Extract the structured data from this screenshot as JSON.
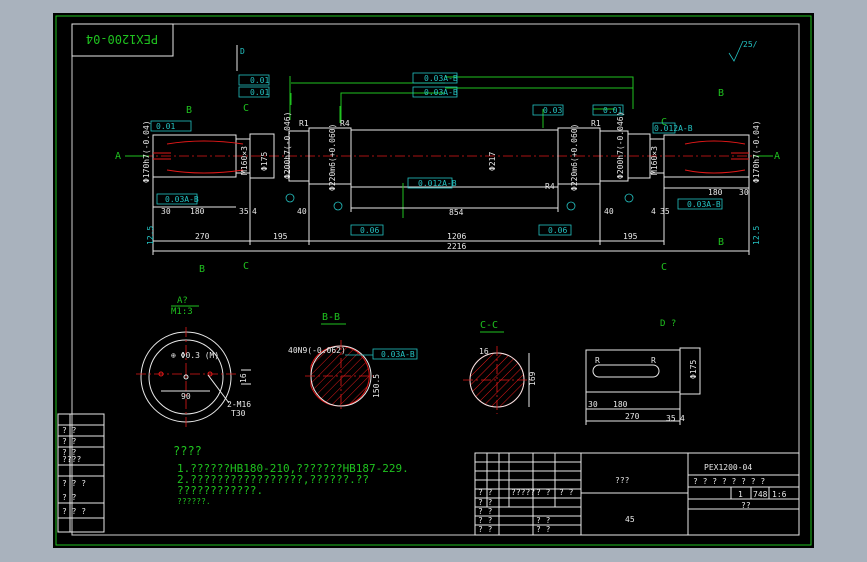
{
  "drawing_code": "PEX1200-04",
  "drawing_code_top": "PEX1200-04",
  "roughness_top": "25/",
  "view_labels": {
    "a_left": "A",
    "a_right": "A",
    "b1": "B",
    "b2": "B",
    "b3": "B",
    "b4": "B",
    "c1": "C",
    "c2": "C",
    "c3": "C",
    "c4": "C",
    "d": "D"
  },
  "dimensions": {
    "d30": "30",
    "d180": "180",
    "d35": "35",
    "d4": "4",
    "d270": "270",
    "d195_l": "195",
    "d40_l": "40",
    "d854": "854",
    "d1206": "1206",
    "d40_r": "40",
    "d195_r": "195",
    "d2216": "2216",
    "d180_r": "180",
    "d30_r": "30",
    "d4_r": "4",
    "d35_r": "35",
    "d125_l": "12.5",
    "d125_r": "12.5",
    "dia_170_l": "Φ170h7(-0.04)",
    "dia_160_l": "M160×3",
    "dia_175_l": "Φ175",
    "dia_200_l": "Φ200h7(-0.046)",
    "dia_220_l": "Φ220m6(+0.060)",
    "dia_217": "Φ217",
    "dia_220_r": "Φ220m6(+0.060)",
    "dia_200_r": "Φ200h7(-0.046)",
    "dia_160_r": "M160×3",
    "dia_170_r": "Φ170h7(-0.04)",
    "r4": "R4",
    "r1": "R1",
    "r4b": "R4",
    "r1_l": "R1"
  },
  "tolerances": {
    "t1": "0.01",
    "t2": "0.01",
    "t3": "0.03A-B",
    "t4": "0.03A-B",
    "t5": "0.03",
    "t6": "0.012A-B",
    "t7": "0.06",
    "t8": "0.06",
    "t9": "0.012A-B",
    "t10": "0.03A-B",
    "t11": "0.01",
    "t12": "0.01",
    "t13": "0.03A-B",
    "t14": "0.03A-B"
  },
  "section_a": {
    "title": "A?",
    "scale": "M1:3",
    "d90": "90",
    "d16": "16",
    "thread": "2-M16",
    "depth": "T30"
  },
  "section_b": {
    "title": "B-B",
    "keyway": "40N9(-0.062)",
    "depth": "150.5",
    "tol": "0.03A-B"
  },
  "section_c": {
    "title": "C-C",
    "d16": "16",
    "d169": "169"
  },
  "view_d": {
    "title": "D ?",
    "r1": "R",
    "r2": "R",
    "d30": "30",
    "d180": "180",
    "d270": "270",
    "d35": "35",
    "d4": "4",
    "dia": "Φ175"
  },
  "notes": {
    "title": "????",
    "line1": "1.??????HB180-210,???????HB187-229.",
    "line2": "2.?????????????????,??????.??",
    "line3": "????????????.",
    "line4": "??????."
  },
  "left_table": [
    "? ?",
    "? ?",
    "? ?",
    "????",
    "? ? ?",
    "? ?",
    "? ? ?"
  ],
  "title_block": {
    "name": "???",
    "material": "45",
    "code": "PEX1200-04",
    "row_labels": [
      "? ?  ? ?  ? ?  ? ?"
    ],
    "qty": "1",
    "weight": "748",
    "scale": "1:6",
    "sheet": "??",
    "mark_cells": [
      "? ?",
      "?????",
      "? ?",
      "? ?"
    ],
    "left_cells": [
      "? ?",
      "? ?",
      "? ?",
      "? ?",
      "? ?",
      "? ?"
    ]
  }
}
